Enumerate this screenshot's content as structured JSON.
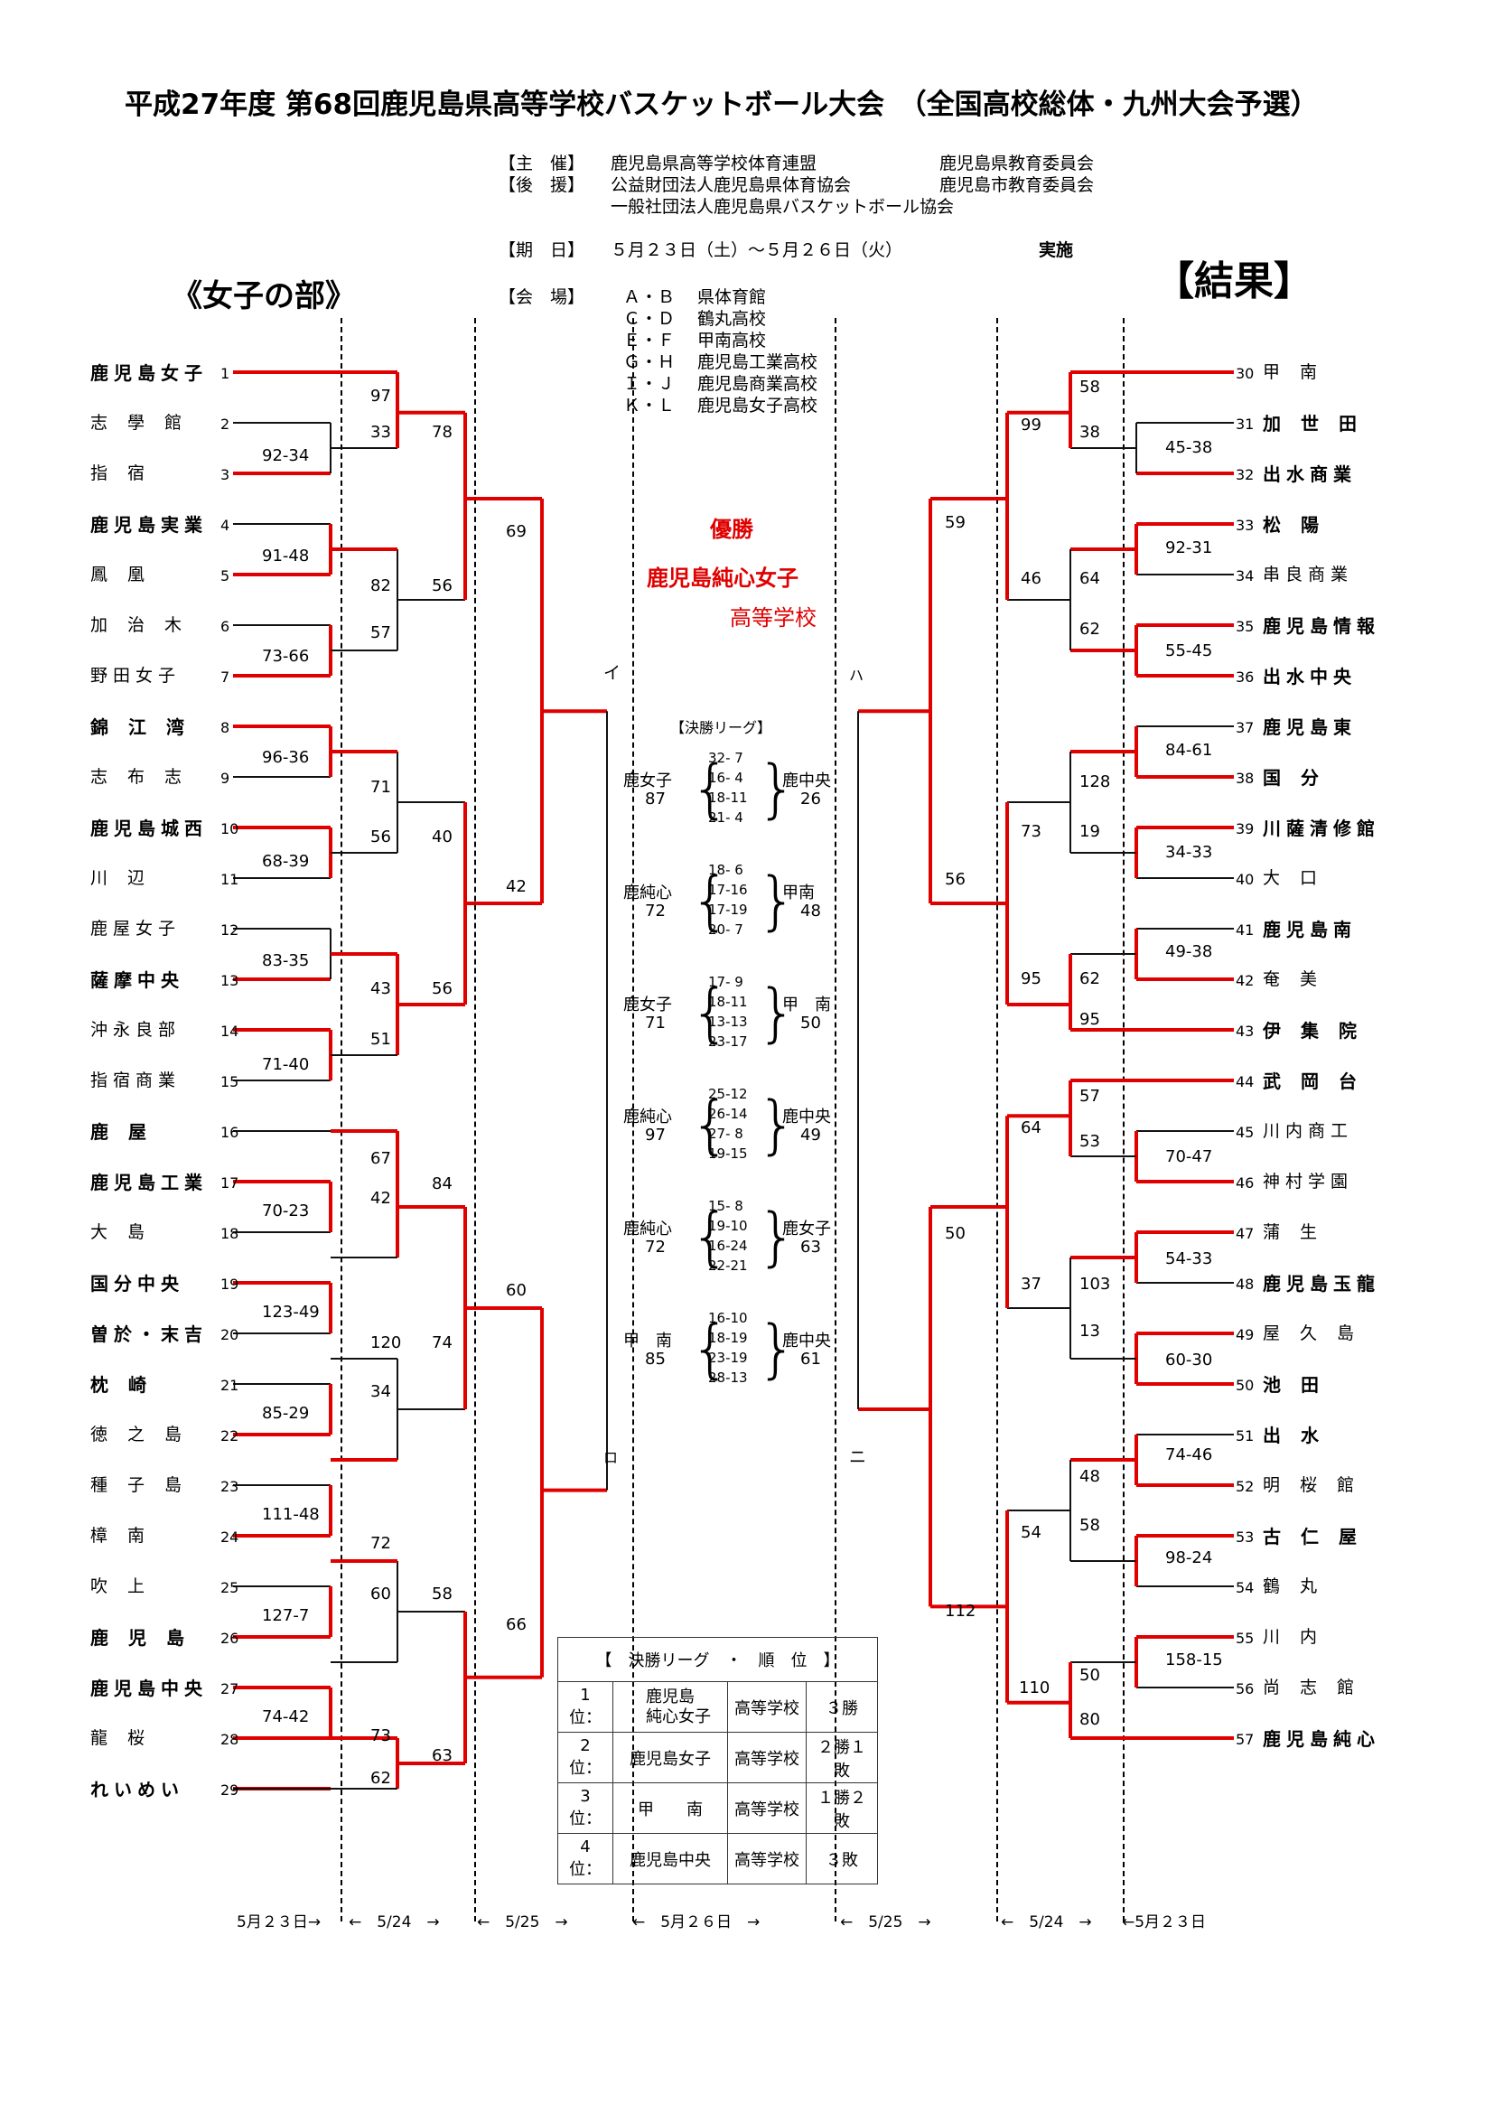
{
  "title": "平成27年度 第68回鹿児島県高等学校バスケットボール大会　（全国高校総体・九州大会予選）",
  "organizer": {
    "host_label": "【主　催】",
    "host1": "鹿児島県高等学校体育連盟",
    "host2": "鹿児島県教育委員会",
    "support_label": "【後　援】",
    "support1": "公益財団法人鹿児島県体育協会",
    "support2": "鹿児島市教育委員会",
    "support3": "一般社団法人鹿児島県バスケットボール協会",
    "date_label": "【期　日】",
    "date": "５月２３日（土）～５月２６日（火）",
    "date_note": "実施",
    "venue_label": "【会　場】",
    "venues": [
      {
        "courts": "Ａ・Ｂ",
        "name": "県体育館"
      },
      {
        "courts": "Ｃ・Ｄ",
        "name": "鶴丸高校"
      },
      {
        "courts": "Ｅ・Ｆ",
        "name": "甲南高校"
      },
      {
        "courts": "Ｇ・Ｈ",
        "name": "鹿児島工業高校"
      },
      {
        "courts": "Ｉ・Ｊ",
        "name": "鹿児島商業高校"
      },
      {
        "courts": "Ｋ・Ｌ",
        "name": "鹿児島女子高校"
      }
    ]
  },
  "division": "《女子の部》",
  "result_label": "【結果】",
  "champion": {
    "label": "優勝",
    "name": "鹿児島純心女子",
    "suffix": "高等学校"
  },
  "left_teams": [
    {
      "no": "1",
      "name": "鹿児島女子"
    },
    {
      "no": "2",
      "name": "志學館"
    },
    {
      "no": "3",
      "name": "指宿"
    },
    {
      "no": "4",
      "name": "鹿児島実業"
    },
    {
      "no": "5",
      "name": "鳳凰"
    },
    {
      "no": "6",
      "name": "加治木"
    },
    {
      "no": "7",
      "name": "野田女子"
    },
    {
      "no": "8",
      "name": "錦江湾"
    },
    {
      "no": "9",
      "name": "志布志"
    },
    {
      "no": "10",
      "name": "鹿児島城西"
    },
    {
      "no": "11",
      "name": "川辺"
    },
    {
      "no": "12",
      "name": "鹿屋女子"
    },
    {
      "no": "13",
      "name": "薩摩中央"
    },
    {
      "no": "14",
      "name": "沖永良部"
    },
    {
      "no": "15",
      "name": "指宿商業"
    },
    {
      "no": "16",
      "name": "鹿屋"
    },
    {
      "no": "17",
      "name": "鹿児島工業"
    },
    {
      "no": "18",
      "name": "大島"
    },
    {
      "no": "19",
      "name": "国分中央"
    },
    {
      "no": "20",
      "name": "曽於・末吉"
    },
    {
      "no": "21",
      "name": "枕崎"
    },
    {
      "no": "22",
      "name": "徳之島"
    },
    {
      "no": "23",
      "name": "種子島"
    },
    {
      "no": "24",
      "name": "樟南"
    },
    {
      "no": "25",
      "name": "吹上"
    },
    {
      "no": "26",
      "name": "鹿児島"
    },
    {
      "no": "27",
      "name": "鹿児島中央"
    },
    {
      "no": "28",
      "name": "龍桜"
    },
    {
      "no": "29",
      "name": "れいめい"
    }
  ],
  "right_teams": [
    {
      "no": "30",
      "name": "甲南"
    },
    {
      "no": "31",
      "name": "加世田"
    },
    {
      "no": "32",
      "name": "出水商業"
    },
    {
      "no": "33",
      "name": "松陽"
    },
    {
      "no": "34",
      "name": "串良商業"
    },
    {
      "no": "35",
      "name": "鹿児島情報"
    },
    {
      "no": "36",
      "name": "出水中央"
    },
    {
      "no": "37",
      "name": "鹿児島東"
    },
    {
      "no": "38",
      "name": "国分"
    },
    {
      "no": "39",
      "name": "川薩清修館"
    },
    {
      "no": "40",
      "name": "大口"
    },
    {
      "no": "41",
      "name": "鹿児島南"
    },
    {
      "no": "42",
      "name": "奄美"
    },
    {
      "no": "43",
      "name": "伊集院"
    },
    {
      "no": "44",
      "name": "武岡台"
    },
    {
      "no": "45",
      "name": "川内商工"
    },
    {
      "no": "46",
      "name": "神村学園"
    },
    {
      "no": "47",
      "name": "蒲生"
    },
    {
      "no": "48",
      "name": "鹿児島玉龍"
    },
    {
      "no": "49",
      "name": "屋久島"
    },
    {
      "no": "50",
      "name": "池田"
    },
    {
      "no": "51",
      "name": "出水"
    },
    {
      "no": "52",
      "name": "明桜館"
    },
    {
      "no": "53",
      "name": "古仁屋"
    },
    {
      "no": "54",
      "name": "鶴丸"
    },
    {
      "no": "55",
      "name": "川内"
    },
    {
      "no": "56",
      "name": "尚志館"
    },
    {
      "no": "57",
      "name": "鹿児島純心"
    }
  ],
  "left_scores": [
    "97",
    "33",
    "92-34",
    "78",
    "91-48",
    "82",
    "57",
    "56",
    "73-66",
    "69",
    "96-36",
    "71",
    "56",
    "40",
    "68-39",
    "42",
    "83-35",
    "43",
    "51",
    "56",
    "71-40",
    "67",
    "42",
    "84",
    "70-23",
    "60",
    "123-49",
    "120",
    "74",
    "34",
    "85-29",
    "72",
    "60",
    "58",
    "111-48",
    "127-7",
    "66",
    "74-42",
    "73",
    "62",
    "63"
  ],
  "right_scores": [
    "58",
    "38",
    "45-38",
    "99",
    "92-31",
    "64",
    "62",
    "46",
    "55-45",
    "59",
    "84-61",
    "128",
    "19",
    "73",
    "34-33",
    "56",
    "49-38",
    "62",
    "95",
    "95",
    "57",
    "53",
    "64",
    "70-47",
    "50",
    "54-33",
    "103",
    "13",
    "37",
    "60-30",
    "48",
    "58",
    "54",
    "74-46",
    "98-24",
    "112",
    "50",
    "80",
    "110",
    "158-15"
  ],
  "block_labels": [
    "イ",
    "ロ",
    "ハ",
    "ニ"
  ],
  "final_league": {
    "label": "【決勝リーグ】",
    "games": [
      {
        "a": "鹿女子",
        "a_score": "87",
        "sets": [
          "32- 7",
          "16- 4",
          "18-11",
          "21- 4"
        ],
        "b": "鹿中央",
        "b_score": "26"
      },
      {
        "a": "鹿純心",
        "a_score": "72",
        "sets": [
          "18- 6",
          "17-16",
          "17-19",
          "20- 7"
        ],
        "b": "甲南",
        "b_score": "48"
      },
      {
        "a": "鹿女子",
        "a_score": "71",
        "sets": [
          "17- 9",
          "18-11",
          "13-13",
          "23-17"
        ],
        "b": "甲　南",
        "b_score": "50"
      },
      {
        "a": "鹿純心",
        "a_score": "97",
        "sets": [
          "25-12",
          "26-14",
          "27- 8",
          "19-15"
        ],
        "b": "鹿中央",
        "b_score": "49"
      },
      {
        "a": "鹿純心",
        "a_score": "72",
        "sets": [
          "15- 8",
          "19-10",
          "16-24",
          "22-21"
        ],
        "b": "鹿女子",
        "b_score": "63"
      },
      {
        "a": "甲　南",
        "a_score": "85",
        "sets": [
          "16-10",
          "18-19",
          "23-19",
          "28-13"
        ],
        "b": "鹿中央",
        "b_score": "61"
      }
    ]
  },
  "ranking": {
    "title": "【　決勝リーグ　・　順　位　】",
    "rows": [
      {
        "place": "1 位：",
        "school": "鹿児島\n　純心女子",
        "type": "高等学校",
        "record": "３勝"
      },
      {
        "place": "2 位：",
        "school": "鹿児島女子",
        "type": "高等学校",
        "record": "２勝１敗"
      },
      {
        "place": "3 位：",
        "school": "甲　　南",
        "type": "高等学校",
        "record": "１勝２敗"
      },
      {
        "place": "4 位：",
        "school": "鹿児島中央",
        "type": "高等学校",
        "record": "３敗"
      }
    ]
  },
  "dates_bar": [
    "5月２３日→",
    "←　5/24　→",
    "←　5/25　→",
    "←　5月２６日　→",
    "←　5/25　→",
    "←　5/24　→",
    "←5月２３日"
  ]
}
